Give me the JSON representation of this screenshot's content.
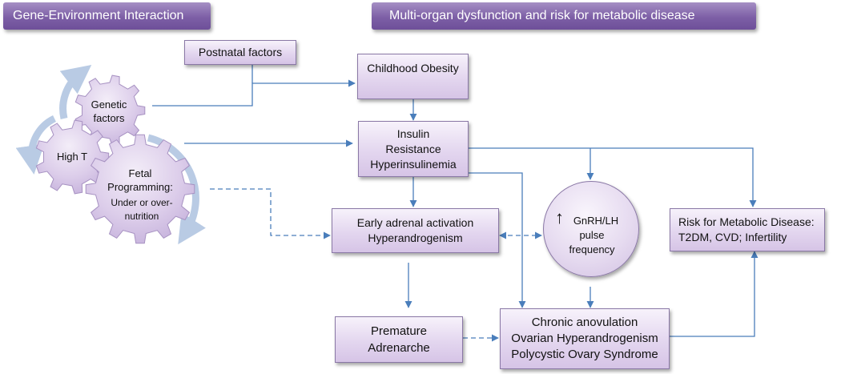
{
  "banners": {
    "left": "Gene-Environment Interaction",
    "right": "Multi-organ dysfunction and risk for metabolic disease"
  },
  "gears": {
    "genetic": [
      "Genetic",
      "factors"
    ],
    "high_t": "High T",
    "fetal": [
      "Fetal",
      "Programming:"
    ],
    "fetal_sub": [
      "Under or over-",
      "nutrition"
    ]
  },
  "boxes": {
    "postnatal": "Postnatal factors",
    "childhood_obesity": "Childhood Obesity",
    "insulin": [
      "Insulin",
      "Resistance",
      "Hyperinsulinemia"
    ],
    "adrenal": [
      "Early adrenal activation",
      "Hyperandrogenism"
    ],
    "premature": [
      "Premature",
      "Adrenarche"
    ],
    "chronic": [
      "Chronic anovulation",
      "Ovarian Hyperandrogenism",
      "Polycystic Ovary Syndrome"
    ],
    "risk": [
      "Risk for Metabolic Disease:",
      "T2DM, CVD; Infertility"
    ]
  },
  "gnrh": {
    "arrow": "↑",
    "lines": [
      "GnRH/LH",
      "pulse",
      "frequency"
    ]
  },
  "colors": {
    "arrow": "#4a7ebb",
    "banner": "#7d5fa6",
    "box_border": "#8a78a6"
  }
}
